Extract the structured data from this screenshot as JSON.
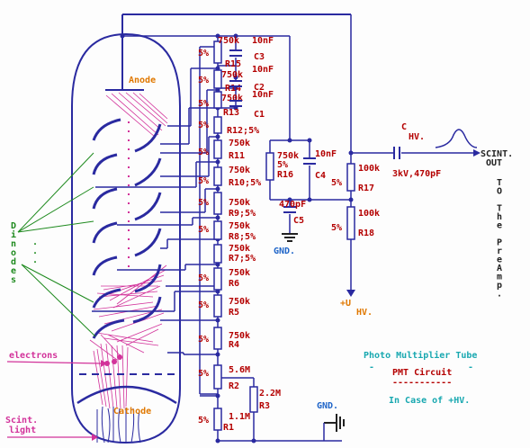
{
  "labels": {
    "anode": "Anode",
    "cathode": "Cathode",
    "electrons": "electrons",
    "scint_light": [
      "Scint.",
      "light"
    ],
    "dinodes": [
      "D",
      "i",
      "n",
      "o",
      "d",
      "e",
      "s"
    ],
    "dots": [
      ".",
      ".",
      "."
    ]
  },
  "resistors": [
    {
      "ref": "R15",
      "val": "750k",
      "tol": "5%"
    },
    {
      "ref": "R14",
      "val": "750k",
      "tol": "5%"
    },
    {
      "ref": "R13",
      "val": "750k",
      "tol": "5%"
    },
    {
      "ref": "R12;5%",
      "val": "",
      "tol": "5%"
    },
    {
      "ref": "R11",
      "val": "750k",
      "tol": "5%"
    },
    {
      "ref": "R10;5%",
      "val": "750k",
      "tol": "5%"
    },
    {
      "ref": "R9;5%",
      "val": "750k",
      "tol": "5%"
    },
    {
      "ref": "R8;5%",
      "val": "750k",
      "tol": "5%"
    },
    {
      "ref": "R7;5%",
      "val": "750k",
      "tol": ""
    },
    {
      "ref": "R6",
      "val": "750k",
      "tol": "5%"
    },
    {
      "ref": "R5",
      "val": "750k",
      "tol": "5%"
    },
    {
      "ref": "R4",
      "val": "750k",
      "tol": "5%"
    },
    {
      "ref": "R2",
      "val": "5.6M",
      "tol": "5%"
    },
    {
      "ref": "R1",
      "val": "1.1M",
      "tol": "5%"
    },
    {
      "ref": "R3",
      "val": "2.2M",
      "tol": ""
    },
    {
      "ref": "R16",
      "val": "750k",
      "tol": "5%"
    },
    {
      "ref": "R17",
      "val": "100k",
      "tol": "5%"
    },
    {
      "ref": "R18",
      "val": "100k",
      "tol": "5%"
    }
  ],
  "capacitors": [
    {
      "ref": "C3",
      "val": "10nF"
    },
    {
      "ref": "C2",
      "val": "10nF"
    },
    {
      "ref": "C1",
      "val": "10nF"
    },
    {
      "ref": "C4",
      "val": "10nF"
    },
    {
      "ref": "C5",
      "val": "470pF"
    },
    {
      "ref": "C",
      "sub": "HV.",
      "val": "3kV,470pF"
    }
  ],
  "gnd": [
    "GND.",
    "GND."
  ],
  "plus_hv": [
    "+U",
    "HV."
  ],
  "scint_out": [
    "SCINT.",
    "OUT"
  ],
  "to_preamp": [
    "T",
    "O",
    "",
    "T",
    "h",
    "e",
    "",
    "P",
    "r",
    "e",
    "A",
    "m",
    "p",
    "."
  ],
  "title": {
    "line1": "Photo Multiplier Tube",
    "dash_left": "-",
    "dash_right": "-",
    "line2": "PMT Circuit",
    "underline": "-----------",
    "line3": "In Case of +HV."
  },
  "colors": {
    "wire": "#2a2aa0",
    "text_red": "#b40000",
    "orange": "#e07800",
    "magenta": "#d2329a",
    "green": "#1e8a1e",
    "cyan": "#18a8b0",
    "dark": "#222222"
  }
}
